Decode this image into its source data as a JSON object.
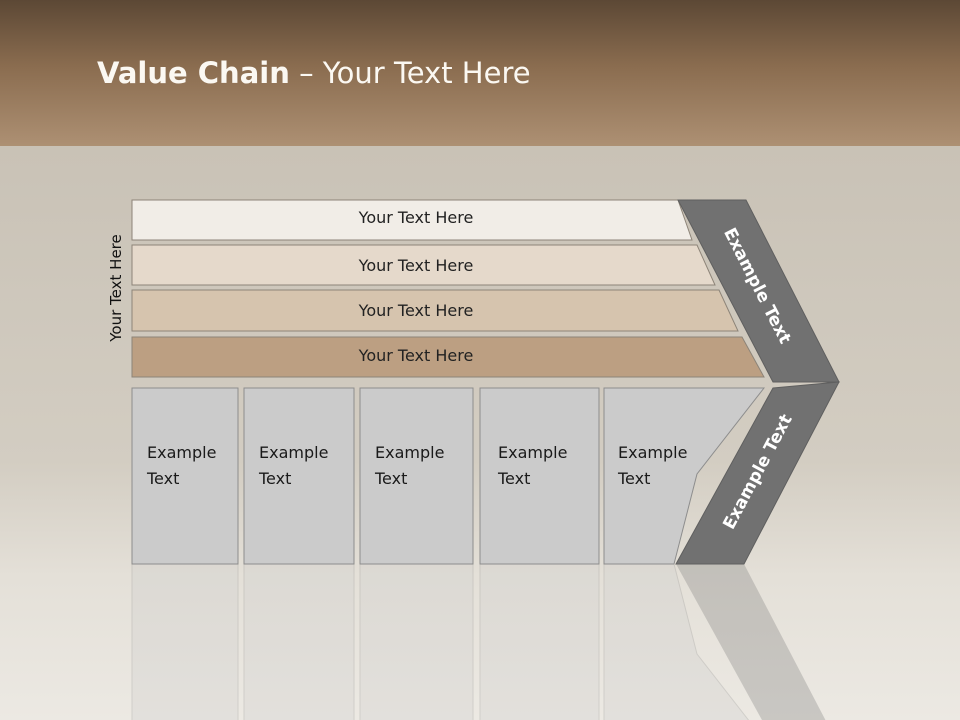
{
  "title": {
    "bold": "Value Chain",
    "rest": " – Your Text Here"
  },
  "side_label": "Your Text Here",
  "bars": [
    {
      "label": "Your Text Here",
      "color": "#f1ede7"
    },
    {
      "label": "Your Text Here",
      "color": "#e5d9cb"
    },
    {
      "label": "Your Text Here",
      "color": "#d6c4ae"
    },
    {
      "label": "Your Text Here",
      "color": "#bc9f82"
    }
  ],
  "cells": [
    {
      "line1": "Example",
      "line2": "Text"
    },
    {
      "line1": "Example",
      "line2": "Text"
    },
    {
      "line1": "Example",
      "line2": "Text"
    },
    {
      "line1": "Example",
      "line2": "Text"
    },
    {
      "line1": "Example",
      "line2": "Text"
    }
  ],
  "chevron": {
    "top_label": "Example Text",
    "bottom_label": "Example Text",
    "color": "#717171"
  },
  "colors": {
    "header": "#8a6c4f",
    "cell_fill": "#cbcbcb"
  }
}
